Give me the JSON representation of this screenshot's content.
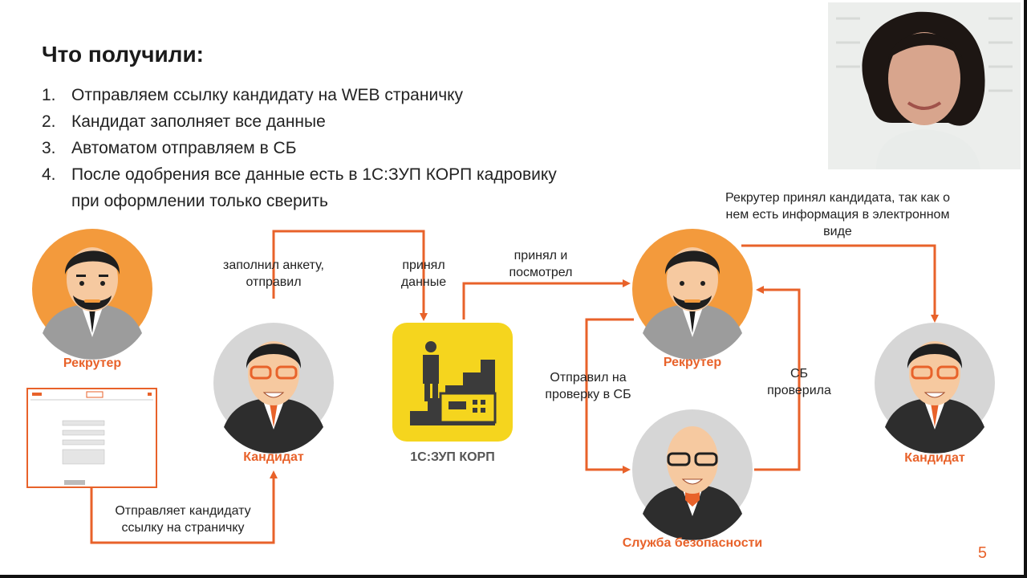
{
  "title": "Что получили:",
  "steps": [
    {
      "num": "1.",
      "text": "Отправляем ссылку кандидату на WEB страничку"
    },
    {
      "num": "2.",
      "text": "Кандидат заполняет все данные"
    },
    {
      "num": "3.",
      "text": "Автоматом отправляем в СБ"
    },
    {
      "num": "4.",
      "text": "После одобрения все данные есть в 1С:ЗУП КОРП кадровику при оформлении только сверить"
    }
  ],
  "roles": {
    "recruiter_left": "Рекрутер",
    "candidate_left": "Кандидат",
    "system": "1С:ЗУП КОРП",
    "recruiter_right": "Рекрутер",
    "candidate_right": "Кандидат",
    "security": "Служба безопасности"
  },
  "arrows": {
    "filled": "заполнил анкету, отправил",
    "received": "принял данные",
    "viewed": "принял и посмотрел",
    "sent_check": "Отправил на проверку в СБ",
    "checked": "СБ проверила",
    "accepted": "Рекрутер принял кандидата, так как о нем есть информация в электронном виде",
    "sends_link": "Отправляет кандидату ссылку на страничку"
  },
  "page_number": "5",
  "colors": {
    "accent": "#e8622a",
    "system_bg": "#f5d51e",
    "avatar_grey": "#d6d6d6"
  }
}
